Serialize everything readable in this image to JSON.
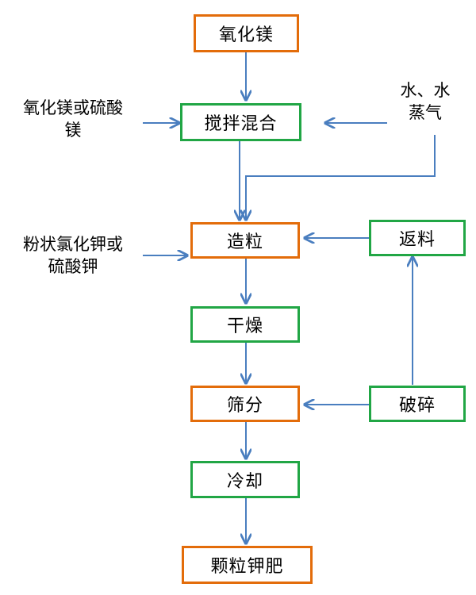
{
  "nodes": {
    "mgo": "氧化镁",
    "mix": "搅拌混合",
    "granulate": "造粒",
    "dry": "干燥",
    "screen": "筛分",
    "cool": "冷却",
    "product": "颗粒钾肥",
    "return": "返料",
    "crush": "破碎"
  },
  "inputs": {
    "mg_source_line1": "氧化镁或硫酸",
    "mg_source_line2": "镁",
    "water_line1": "水、水",
    "water_line2": "蒸气",
    "k_source_line1": "粉状氯化钾或",
    "k_source_line2": "硫酸钾"
  },
  "colors": {
    "orange_border": "#e36c0a",
    "green_border": "#21a645",
    "arrow": "#4a7ebf"
  }
}
